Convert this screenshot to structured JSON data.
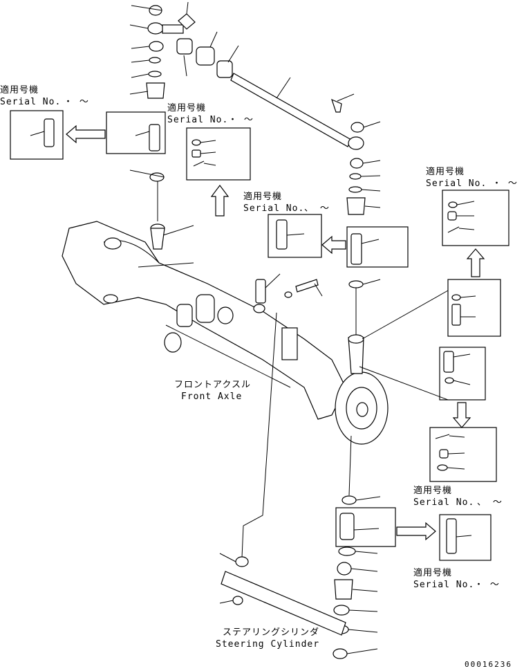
{
  "labels": {
    "serial_jp": "適用号機",
    "serial_en": "Serial No.",
    "serial_marks_1": "・  〜",
    "serial_marks_2": "・  〜",
    "serial_marks_3": "、 〜",
    "serial_marks_4": "・  〜",
    "serial_marks_5": "、 〜",
    "serial_marks_6": "・  〜",
    "front_axle_jp": "フロントアクスル",
    "front_axle_en": "Front Axle",
    "steering_jp": "ステアリングシリンダ",
    "steering_en": "Steering Cylinder",
    "drawing_number": "00016236"
  }
}
